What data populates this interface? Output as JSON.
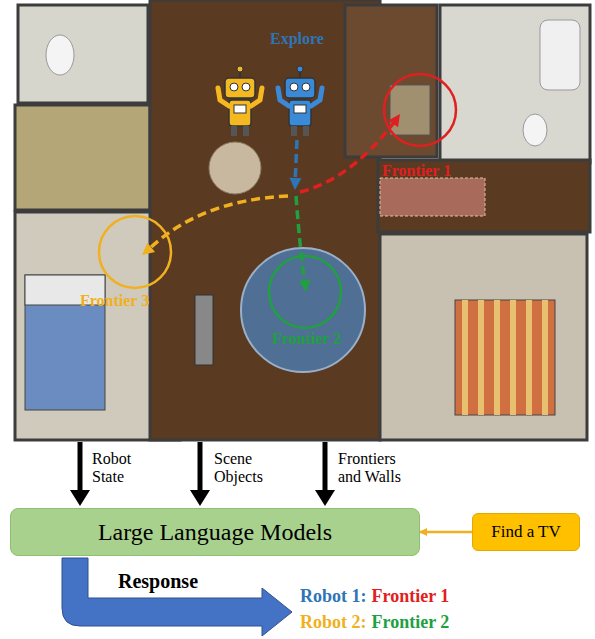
{
  "diagram": {
    "nodes": [
      {
        "text": [
          "Large Language Models"
        ]
      },
      {
        "text": [
          "Find a TV"
        ]
      }
    ],
    "edges": [
      {
        "from": 1,
        "to": 0,
        "arrow": "to"
      }
    ],
    "labels": [
      "Explore",
      "Frontier 1",
      "Frontier 3",
      "Frontier 2",
      "Robot State",
      "Scene Objects",
      "Frontiers and Walls",
      "Response",
      "Robot 1:",
      "Frontier 1",
      "Robot 2:",
      "Frontier 2"
    ]
  }
}
